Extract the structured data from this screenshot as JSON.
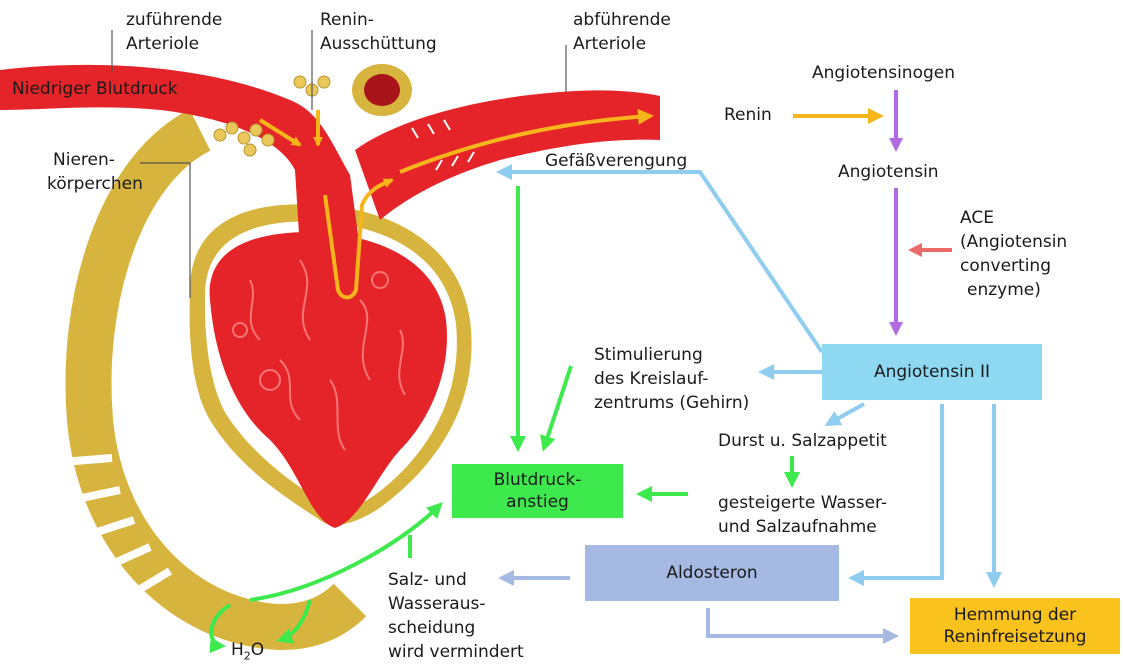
{
  "colors": {
    "blood_red": "#e5242a",
    "tubule_gold": "#d7b43e",
    "arrow_orange": "#f6b51b",
    "arrow_purple": "#b26ae0",
    "arrow_salmon": "#ea6a6a",
    "arrow_blue": "#8fcdf0",
    "arrow_green": "#3ee94e",
    "arrow_steel": "#a5b9e3",
    "box_green": "#3ee94e",
    "box_blue": "#8ed8f2",
    "box_steel": "#a5b9e3",
    "box_yellow": "#f9c21d"
  },
  "labels": {
    "zufuehrende": [
      "zuführende",
      "Arteriole"
    ],
    "renin_aus": [
      "Renin-",
      "Ausschüttung"
    ],
    "abfuehrende": [
      "abführende",
      "Arteriole"
    ],
    "niedriger": "Niedriger Blutdruck",
    "nierenkoerperchen": [
      "Nieren-",
      "körperchen"
    ],
    "angiotensinogen": "Angiotensinogen",
    "renin": "Renin",
    "gefaess": "Gefäßverengung",
    "angiotensin": "Angiotensin",
    "ace": [
      "ACE",
      "(Angiotensin",
      "converting",
      "enzyme)"
    ],
    "stimulierung": [
      "Stimulierung",
      "des Kreislauf-",
      "zentrums (Gehirn)"
    ],
    "durst": "Durst u. Salzappetit",
    "gesteigerte": [
      "gesteigerte Wasser-",
      "und Salzaufnahme"
    ],
    "salz": [
      "Salz- und",
      "Wasseraus-",
      "scheidung",
      "wird vermindert"
    ],
    "h2o_main": "H",
    "h2o_sub": "2",
    "h2o_tail": "O"
  },
  "boxes": {
    "blutdruck": "Blutdruck-\nanstieg",
    "angiotensin2": "Angiotensin II",
    "aldosteron": "Aldosteron",
    "hemmung": "Hemmung der\nReninfreisetzung"
  }
}
